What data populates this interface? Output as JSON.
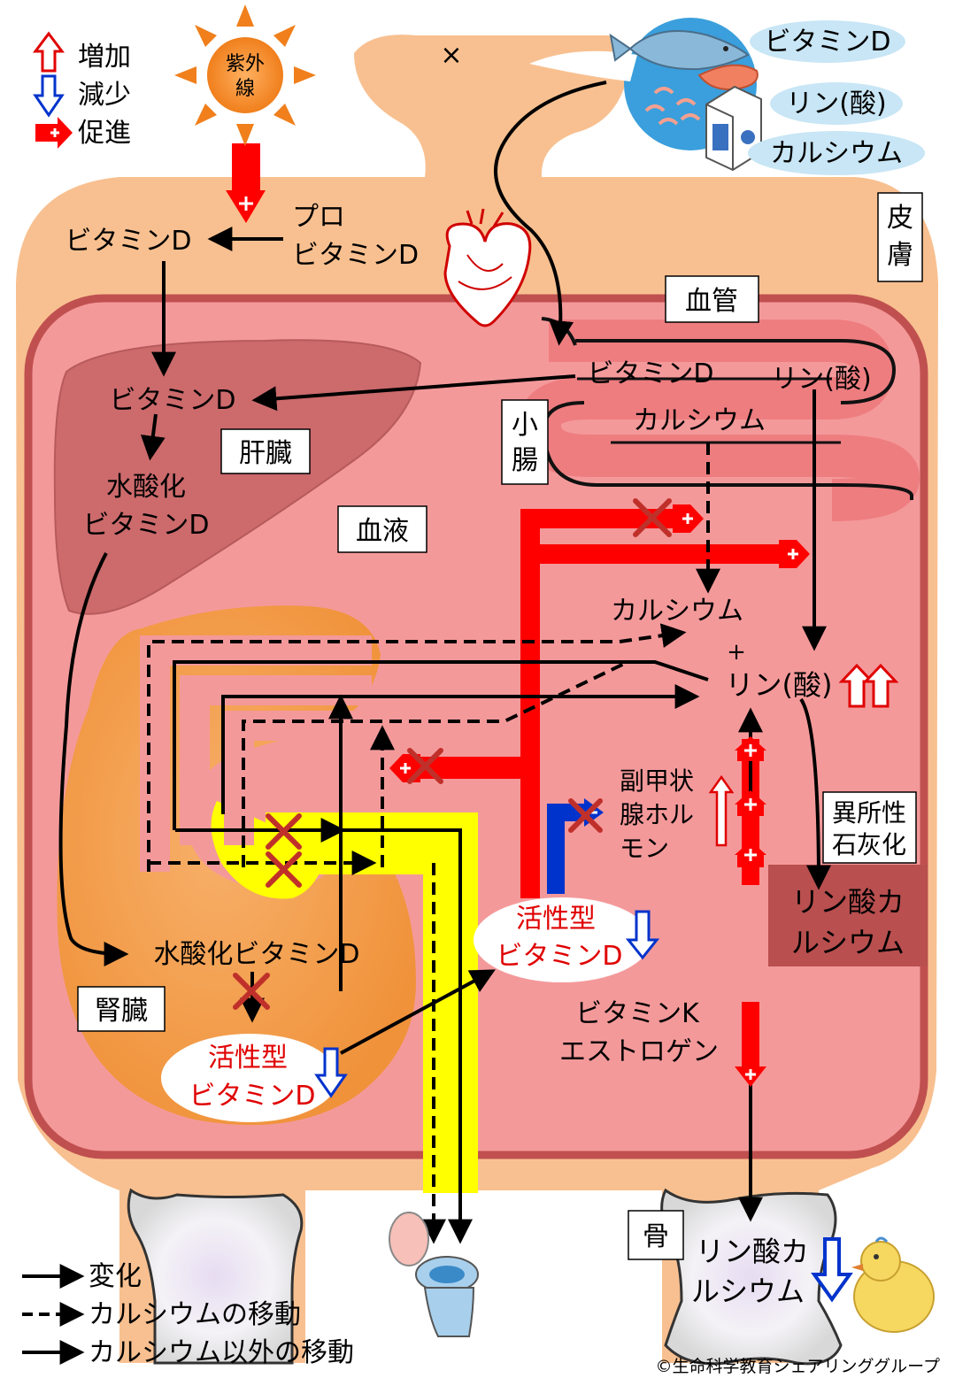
{
  "legend": {
    "increase": "増加",
    "decrease": "減少",
    "promote": "促進"
  },
  "sun_label": [
    "紫外",
    "線"
  ],
  "cross_mark": "×",
  "food_items": [
    "ビタミンD",
    "リン(酸)",
    "カルシウム"
  ],
  "labels": {
    "skin": [
      "皮",
      "膚"
    ],
    "blood_vessel": "血管",
    "small_intestine": [
      "小",
      "腸"
    ],
    "liver": "肝臓",
    "blood": "血液",
    "kidney": "腎臓",
    "bone": "骨",
    "ectopic_calcification": [
      "異所性",
      "石灰化"
    ]
  },
  "nodes": {
    "pro_vitamin_d": [
      "プロ",
      "ビタミンD"
    ],
    "vitamin_d_skin": "ビタミンD",
    "vitamin_d_liver": "ビタミンD",
    "hydroxy_vitamin_d": [
      "水酸化",
      "ビタミンD"
    ],
    "hydroxy_vitamin_d_kidney": "水酸化ビタミンD",
    "active_vitamin_d_kidney": [
      "活性型",
      "ビタミンD"
    ],
    "active_vitamin_d_blood": [
      "活性型",
      "ビタミンD"
    ],
    "intestine_vitamin_d": "ビタミンD",
    "intestine_phosphorus": "リン(酸)",
    "intestine_calcium": "カルシウム",
    "blood_calcium": "カルシウム",
    "plus_sign": "+",
    "blood_phosphorus": "リン(酸)",
    "parathyroid_hormone": [
      "副甲状",
      "腺ホル",
      "モン"
    ],
    "vitamin_k_estrogen": [
      "ビタミンK",
      "エストロゲン"
    ],
    "calcium_phosphate_ectopic": [
      "リン酸カ",
      "ルシウム"
    ],
    "calcium_phosphate_bone": [
      "リン酸カ",
      "ルシウム"
    ]
  },
  "bottom_legend": {
    "change": "変化",
    "calcium_movement": "カルシウムの移動",
    "other_movement": "カルシウム以外の移動"
  },
  "copyright": "©生命科学教育シェアリンググループ",
  "colors": {
    "skin": "#f8c090",
    "blood": "#f4999a",
    "blood_border": "#c05050",
    "liver": "#cc6a6c",
    "kidney": "#f29b3d",
    "intestine": "#ee7d80",
    "ectopic": "#b94f4f",
    "promote": "#ff0000",
    "inhibit": "#0033cc",
    "excretion": "#ffff00",
    "label_red": "#e00000",
    "sun": "#f07f1c"
  },
  "icons": [
    "sun-icon",
    "heart-icon",
    "fish-icon",
    "milk-carton-icon",
    "toilet-icon",
    "chick-icon",
    "bone-icon",
    "up-arrow-icon",
    "down-arrow-icon",
    "promote-arrow-icon",
    "x-mark-icon"
  ]
}
